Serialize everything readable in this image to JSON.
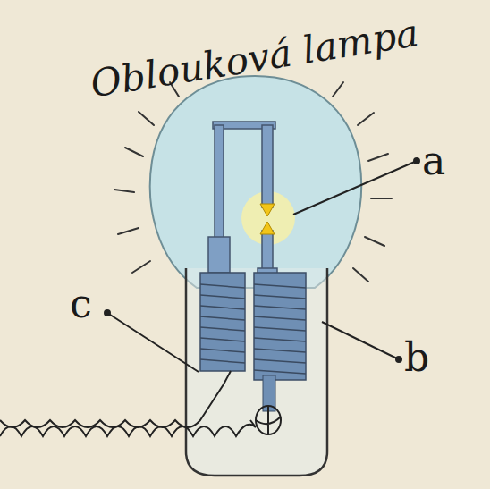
{
  "diagram": {
    "title": "Oblouková lampa",
    "labels": [
      "a",
      "b",
      "c"
    ]
  }
}
